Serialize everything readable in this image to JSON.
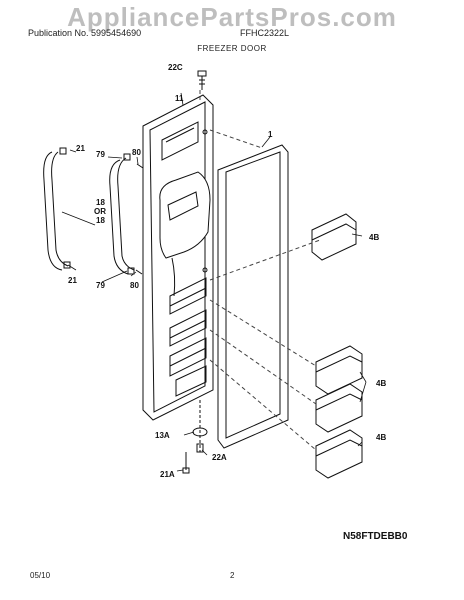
{
  "watermark": "AppliancePartsPros.com",
  "header": {
    "left": "Publication No. 5995454690",
    "right": "FFHC2322L"
  },
  "section_title": "FREEZER DOOR",
  "diagram_code": "N58FTDEBB0",
  "footer": {
    "date": "05/10",
    "page": "2"
  },
  "callouts": {
    "p22c": "22C",
    "p11": "11",
    "p1": "1",
    "p21_top": "21",
    "p79_top": "79",
    "p80_top": "80",
    "p18_or": "18\nOR\n18",
    "p21_bot": "21",
    "p79_bot": "79",
    "p80_bot": "80",
    "p4b_1": "4B",
    "p4b_2": "4B",
    "p4b_3": "4B",
    "p13a": "13A",
    "p22a": "22A",
    "p21a": "21A"
  }
}
